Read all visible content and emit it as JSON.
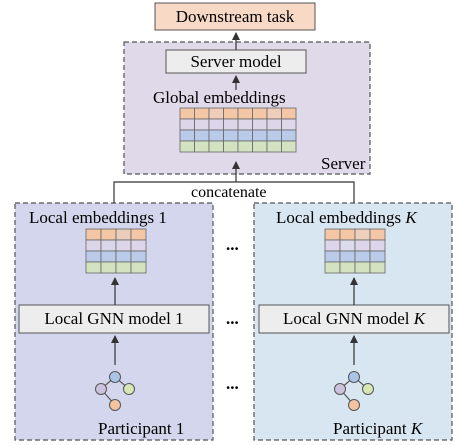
{
  "downstream": {
    "label": "Downstream task"
  },
  "server": {
    "model_label": "Server model",
    "embeddings_label": "Global embeddings",
    "caption": "Server"
  },
  "concat": {
    "label": "concatenate"
  },
  "participants": [
    {
      "embeddings_label": "Local embeddings 1",
      "model_label": "Local GNN model 1",
      "caption": "Participant 1"
    },
    {
      "embeddings_label_prefix": "Local embeddings ",
      "embeddings_label_var": "K",
      "model_label_prefix": "Local GNN model ",
      "model_label_var": "K",
      "caption_prefix": "Participant ",
      "caption_var": "K"
    }
  ],
  "ellipsis": "...",
  "colors": {
    "downstream_fill": "#f8d9c6",
    "server_bg": "#e0d9ea",
    "participant1_bg": "#d3d6ec",
    "participantK_bg": "#d8e6f1",
    "row_orange": "#f3c7a6",
    "row_purple": "#ddd6ea",
    "row_blue": "#b9cbe8",
    "row_green": "#d3e3c1",
    "node_blue": "#a9c4e6",
    "node_purple": "#ccc2de",
    "node_green": "#d6e7b5",
    "node_orange": "#f4c3a1"
  }
}
